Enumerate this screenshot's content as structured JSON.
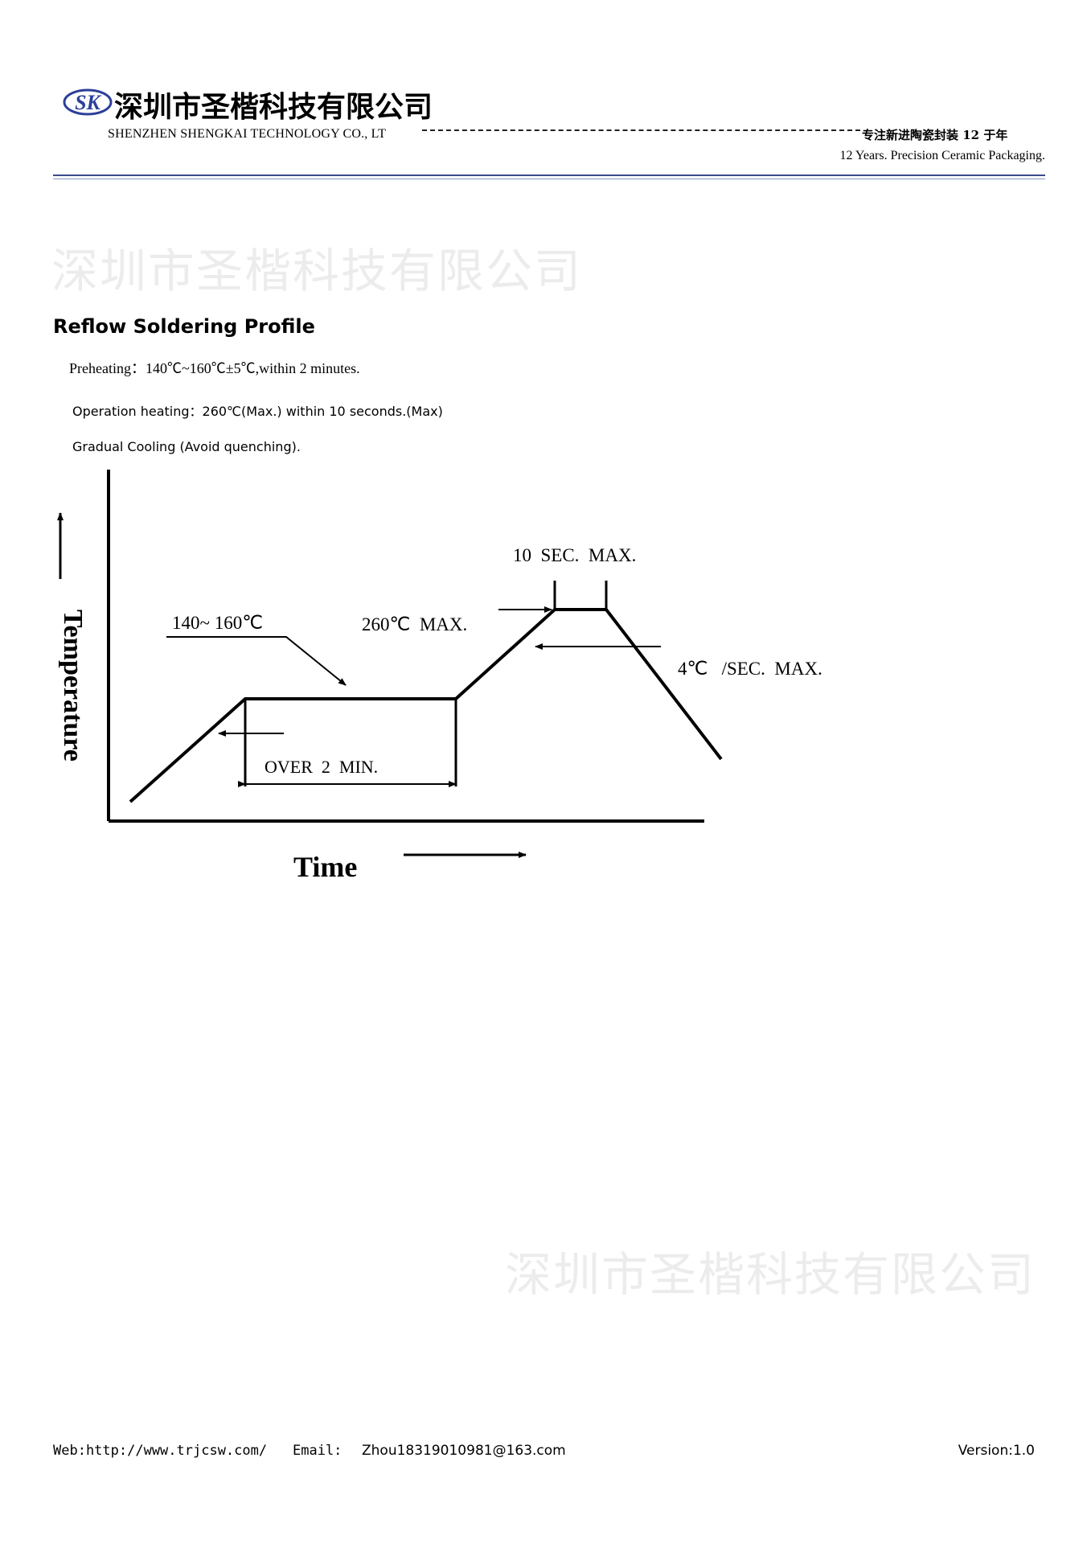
{
  "header": {
    "logo_text": "SK",
    "company_cn": "深圳市圣楷科技有限公司",
    "company_en": "SHENZHEN SHENGKAI TECHNOLOGY CO., LT",
    "slogan_cn": "专注新进陶瓷封装 12 于年",
    "slogan_en": "12 Years. Precision Ceramic Packaging.",
    "rule_color": "#3b4a8a"
  },
  "watermark": {
    "text": "深圳市圣楷科技有限公司"
  },
  "content": {
    "title": "Reflow Soldering  Profile",
    "preheating": "Preheating：140℃~160℃±5℃,within 2 minutes.",
    "operation": "Operation heating：260℃(Max.) within 10 seconds.(Max)",
    "cooling": "Gradual Cooling (Avoid quenching)."
  },
  "chart_data": {
    "type": "line",
    "title": "",
    "xlabel": "Time",
    "ylabel": "Temperature",
    "annotations": {
      "preheat": "140~ 160℃",
      "peak": "260℃  MAX.",
      "peak_duration": "10  SEC.  MAX.",
      "cooling_rate": "4℃   /SEC.  MAX.",
      "preheat_duration": "OVER  2  MIN."
    }
  },
  "footer": {
    "web": "Web:http://www.trjcsw.com/",
    "email_label": "Email:",
    "email": "Zhou18319010981@163.com",
    "version": "Version:1.0"
  }
}
